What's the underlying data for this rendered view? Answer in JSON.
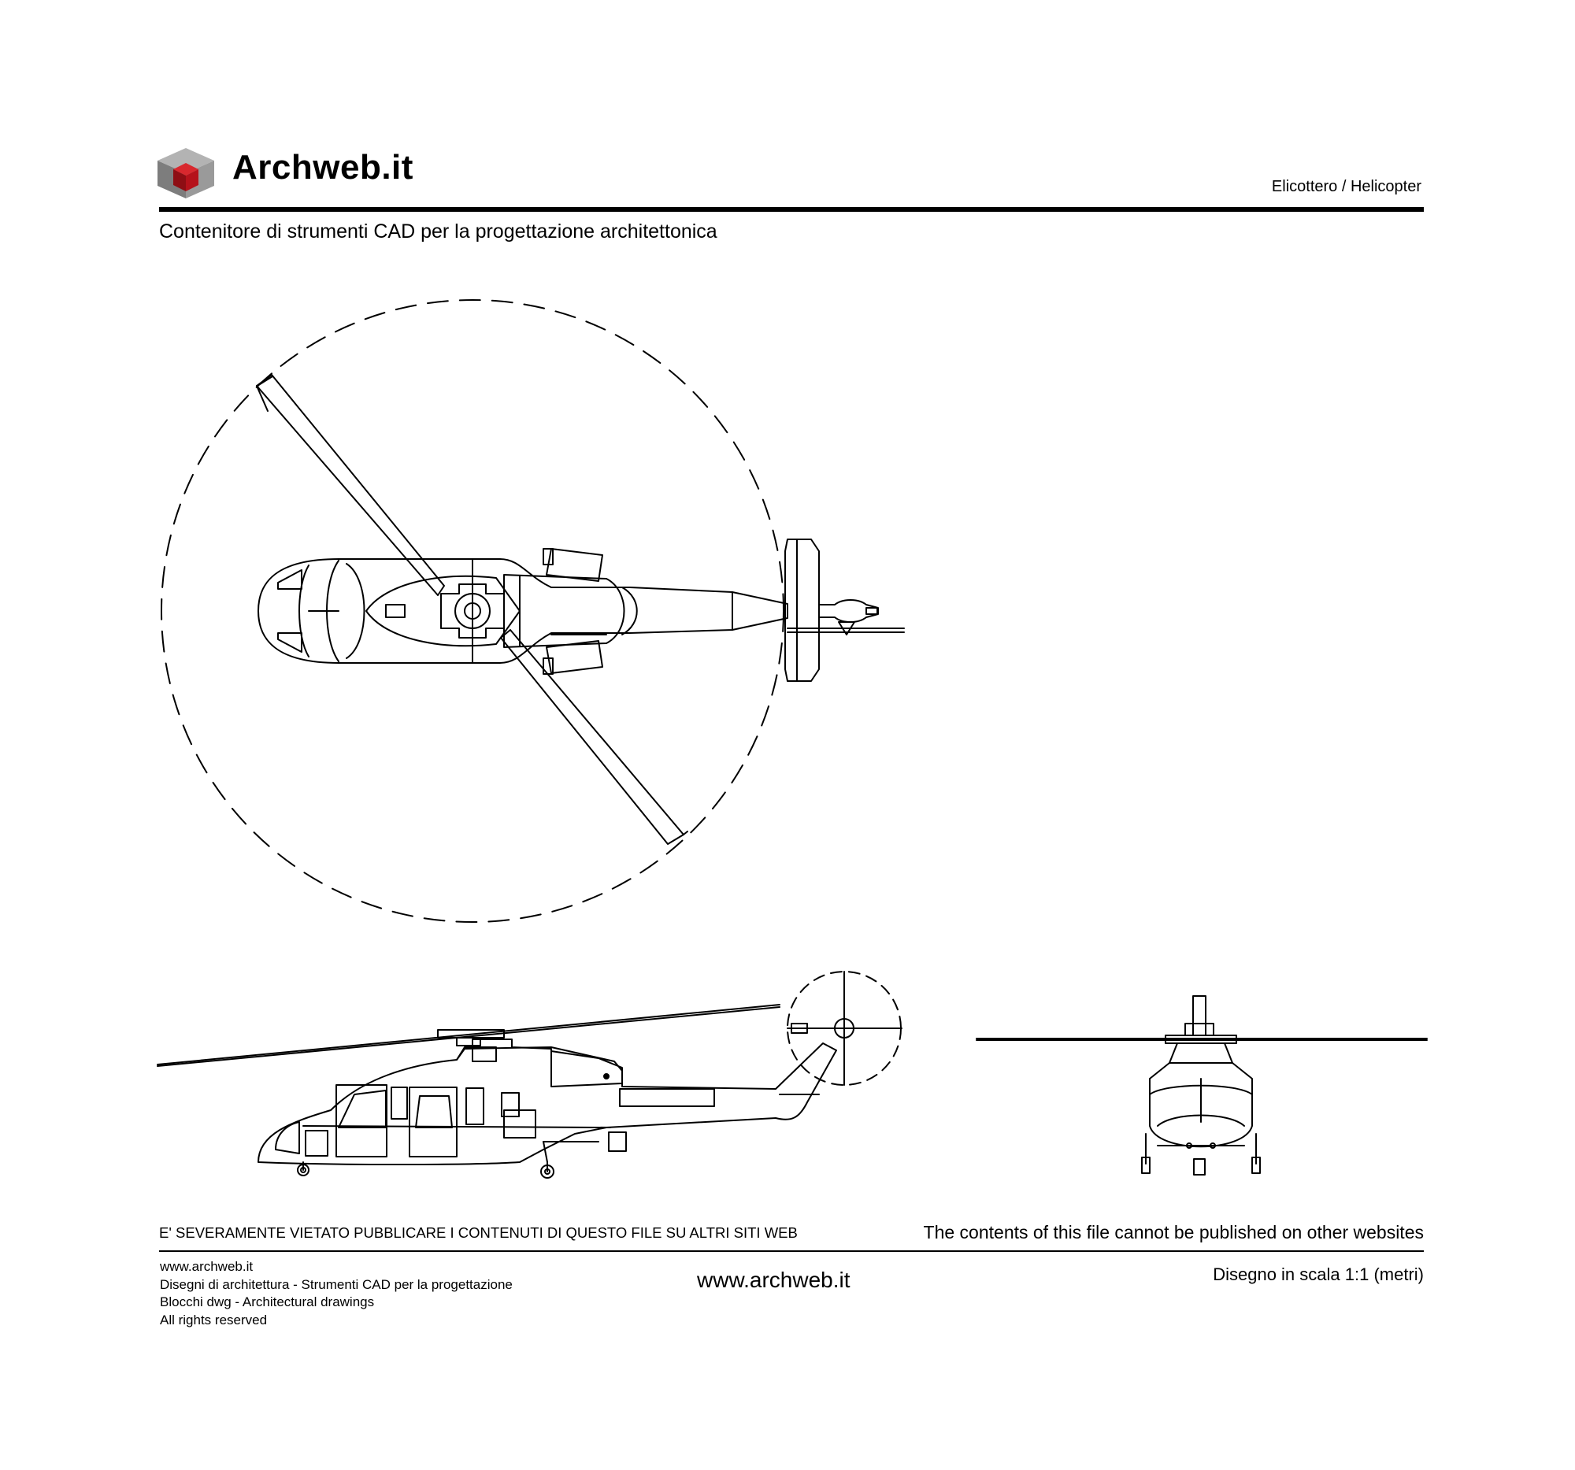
{
  "header": {
    "brand": "Archweb.it",
    "category": "Elicottero  /  Helicopter",
    "tagline": "Contenitore di strumenti CAD per la progettazione architettonica"
  },
  "colors": {
    "logo_red": "#b5121b",
    "logo_gray": "#8c8c8c",
    "line": "#000000"
  },
  "drawing": {
    "subject": "helicopter",
    "views": [
      "plan",
      "side elevation",
      "front elevation"
    ]
  },
  "notice": {
    "italian": "E' SEVERAMENTE VIETATO PUBBLICARE I CONTENUTI DI QUESTO FILE SU ALTRI SITI WEB",
    "english": "The contents of this file cannot be published on other websites"
  },
  "footer": {
    "lines": [
      "www.archweb.it",
      "Disegni di architettura - Strumenti CAD  per la progettazione",
      "Blocchi dwg - Architectural drawings",
      "All rights reserved"
    ],
    "url": "www.archweb.it",
    "scale": "Disegno in scala 1:1 (metri)"
  }
}
